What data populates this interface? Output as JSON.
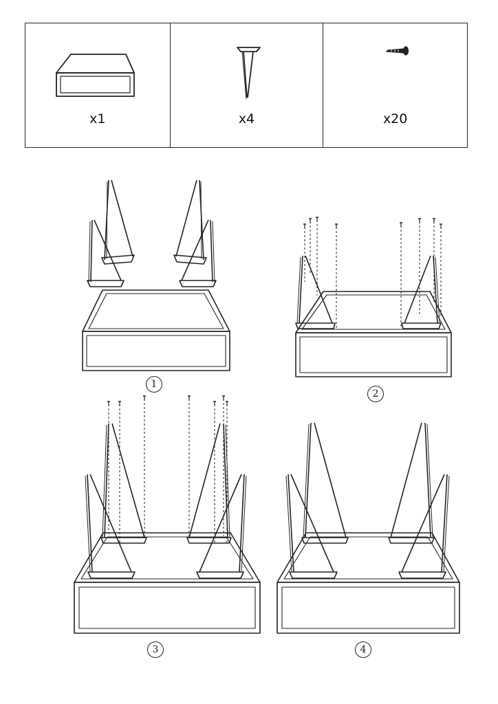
{
  "parts": [
    {
      "name": "box-frame",
      "icon": "frame-box-icon",
      "qty": "x1"
    },
    {
      "name": "hairpin-leg",
      "icon": "hairpin-leg-icon",
      "qty": "x4"
    },
    {
      "name": "screw",
      "icon": "screw-icon",
      "qty": "x20"
    }
  ],
  "steps": [
    {
      "label": "1"
    },
    {
      "label": "2"
    },
    {
      "label": "3"
    },
    {
      "label": "4"
    }
  ],
  "colors": {
    "line": "#222222",
    "background": "#ffffff"
  }
}
